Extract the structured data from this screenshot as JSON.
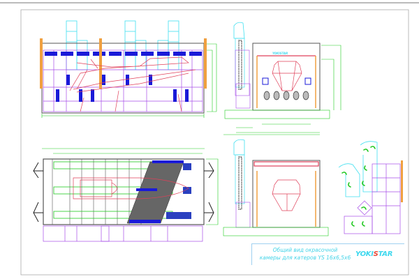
{
  "title_block": {
    "line1": "Общий вид окрасочной",
    "line2": "камеры для катеров YS 16x6,5x6",
    "logo_left": "YOKI",
    "logo_mid": "S",
    "logo_right": "TAR"
  },
  "colors": {
    "frame": "#888888",
    "duct": "#3fe0f0",
    "structure": "#a64ce8",
    "lights": "#1a1ad8",
    "boat": "#e0405a",
    "dimension": "#22cc22",
    "post": "#f0a040"
  }
}
